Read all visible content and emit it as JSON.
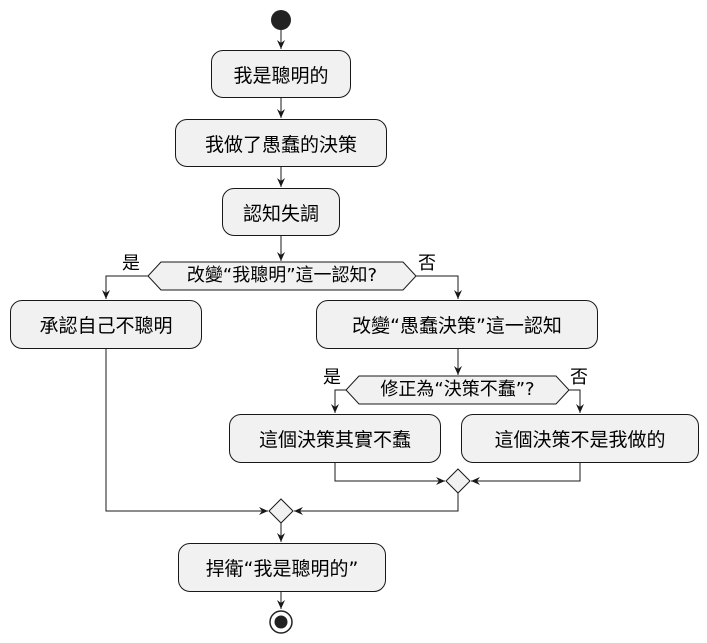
{
  "diagram": {
    "actions": {
      "smart": "我是聰明的",
      "foolish_decision": "我做了愚蠢的決策",
      "dissonance": "認知失調",
      "admit": "承認自己不聰明",
      "change_foolish": "改變“愚蠢決策”這一認知",
      "truly_foolish": "這個決策其實不蠢",
      "not_me": "這個決策不是我做的",
      "defend": "捍衛“我是聰明的”"
    },
    "decisions": {
      "change_smart": "改變“我聰明”這一認知?",
      "correct_view": "修正為“決策不蠢”?"
    },
    "branch_labels": {
      "yes_1": "是",
      "no_1": "否",
      "yes_2": "是",
      "no_2": "否"
    }
  }
}
